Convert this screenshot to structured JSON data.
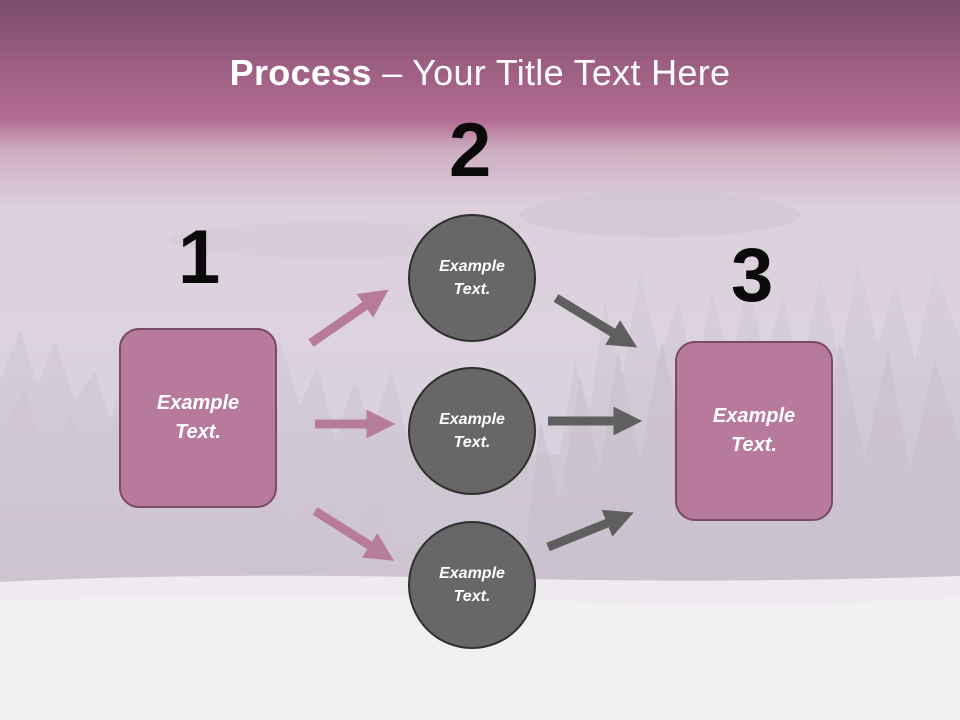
{
  "title": {
    "bold": "Process",
    "rest": " – Your Title Text Here"
  },
  "steps": [
    {
      "number": "1",
      "text": "Example\nText."
    },
    {
      "number": "2"
    },
    {
      "number": "3",
      "text": "Example\nText."
    }
  ],
  "circles": [
    {
      "text": "Example\nText."
    },
    {
      "text": "Example\nText."
    },
    {
      "text": "Example\nText."
    }
  ],
  "colors": {
    "pink_box": "#b77a9c",
    "pink_arrow": "#b77c9c",
    "gray_circle": "#676767",
    "gray_arrow": "#5f5f5f",
    "banner": "#a8648a"
  }
}
